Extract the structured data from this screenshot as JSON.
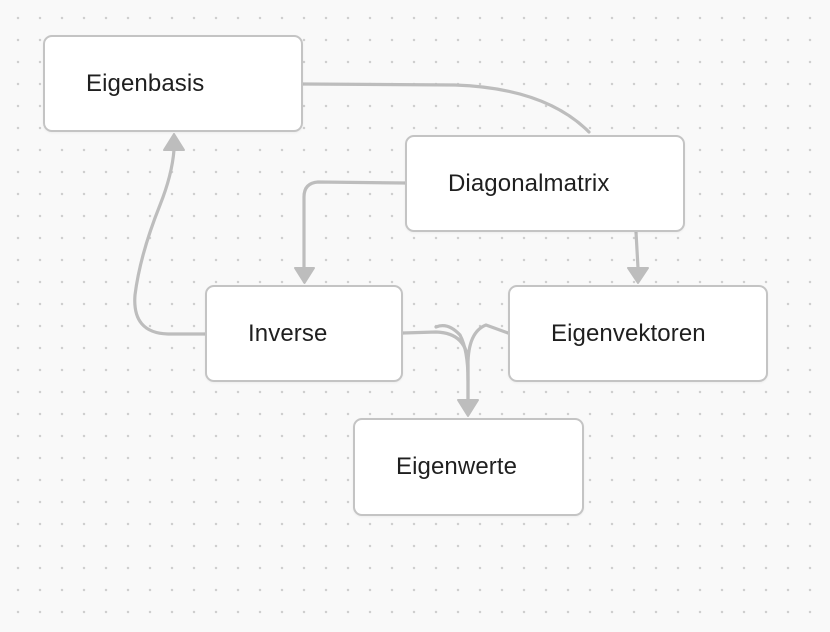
{
  "diagram": {
    "nodes": [
      {
        "id": "eigenbasis",
        "label": "Eigenbasis"
      },
      {
        "id": "diagonalmatrix",
        "label": "Diagonalmatrix"
      },
      {
        "id": "inverse",
        "label": "Inverse"
      },
      {
        "id": "eigenvektoren",
        "label": "Eigenvektoren"
      },
      {
        "id": "eigenwerte",
        "label": "Eigenwerte"
      }
    ],
    "edges": [
      {
        "from": "eigenbasis",
        "to": "diagonalmatrix",
        "arrow": false
      },
      {
        "from": "diagonalmatrix",
        "to": "inverse",
        "arrow": true
      },
      {
        "from": "diagonalmatrix",
        "to": "eigenvektoren",
        "arrow": true
      },
      {
        "from": "inverse",
        "to": "eigenbasis",
        "arrow": true
      },
      {
        "from": "inverse",
        "to": "eigenwerte",
        "arrow": true
      },
      {
        "from": "eigenvektoren",
        "to": "eigenwerte",
        "arrow": true
      }
    ],
    "colors": {
      "background": "#f9f9f9",
      "grid_dot": "#cfcfcf",
      "node_fill": "#ffffff",
      "node_border": "#c4c4c4",
      "edge": "#bdbdbd",
      "text": "#1f1f1f"
    }
  }
}
